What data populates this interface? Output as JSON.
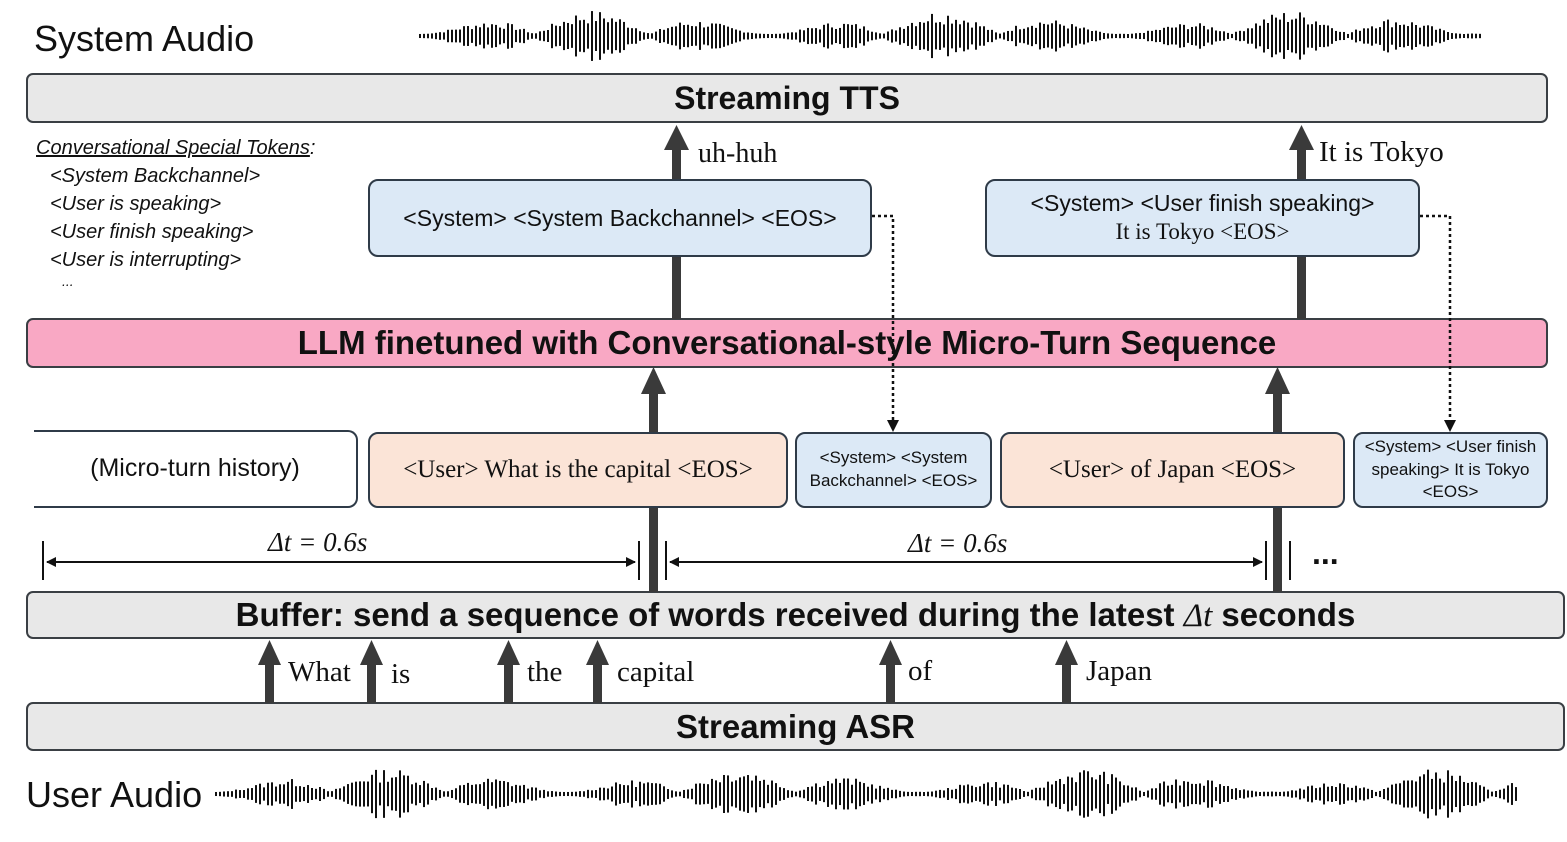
{
  "labels": {
    "system_audio": "System Audio",
    "user_audio": "User Audio"
  },
  "bars": {
    "tts": "Streaming TTS",
    "llm": "LLM finetuned with Conversational-style Micro-Turn Sequence",
    "buffer_prefix": "Buffer: send a sequence of words received during the latest ",
    "buffer_delta": "Δt",
    "buffer_suffix": " seconds",
    "asr": "Streaming ASR"
  },
  "special_tokens": {
    "title": "Conversational Special Tokens",
    "colon": ":",
    "items": [
      "<System Backchannel>",
      "<User is speaking>",
      "<User finish speaking>",
      "<User is interrupting>",
      "..."
    ]
  },
  "outputs": {
    "first_box": "<System> <System Backchannel> <EOS>",
    "first_text": "uh-huh",
    "second_box_line1": "<System> <User finish speaking>",
    "second_box_line2": "It is Tokyo <EOS>",
    "second_text": "It is Tokyo"
  },
  "sequence": {
    "history": "(Micro-turn history)",
    "user1": "<User> What is the capital <EOS>",
    "sys1": "<System> <System Backchannel> <EOS>",
    "user2": "<User> of Japan <EOS>",
    "sys2": "<System> <User finish speaking> It is Tokyo <EOS>"
  },
  "timing": {
    "delta1": "Δt = 0.6s",
    "delta2": "Δt = 0.6s",
    "ellipsis": "..."
  },
  "words": [
    "What",
    "is",
    "the",
    "capital",
    "of",
    "Japan"
  ],
  "colors": {
    "llm_bar": "#f9a8c4",
    "grey_bar": "#e8e8e8",
    "blue_box": "#dce9f6",
    "peach_box": "#fbe4d7",
    "arrow": "#3a3a3a"
  }
}
